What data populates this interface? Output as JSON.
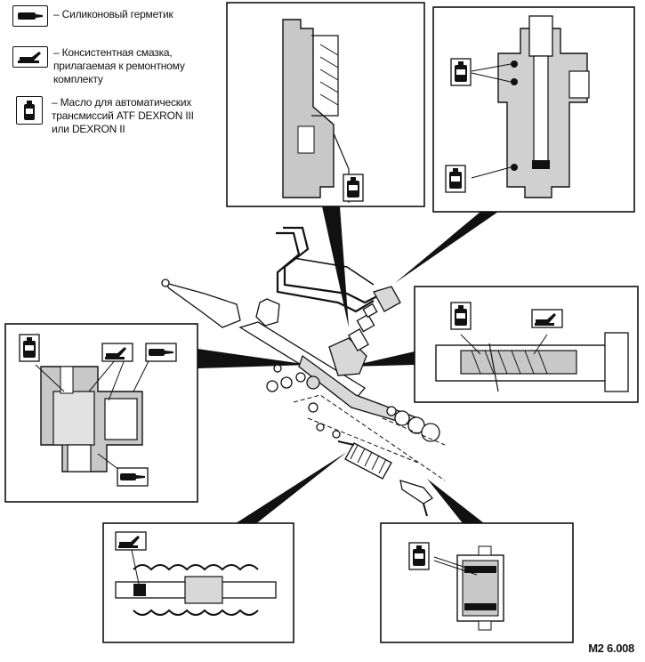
{
  "legend": [
    {
      "icon": "silicone-sealant-tube-icon",
      "text": "– Силиконовый герметик"
    },
    {
      "icon": "grease-tube-icon",
      "text": "– Консистентная смазка,\nприлагаемая к ремонтному\nкомплекту"
    },
    {
      "icon": "atf-oil-bottle-icon",
      "text": "–  Масло для автоматических\nтрансмиссий  ATF DEXRON III\nили DEXRON II"
    }
  ],
  "figure_code": "M2 6.008",
  "colors": {
    "ink": "#111111",
    "paper": "#ffffff",
    "shade": "#c8c8c8"
  }
}
